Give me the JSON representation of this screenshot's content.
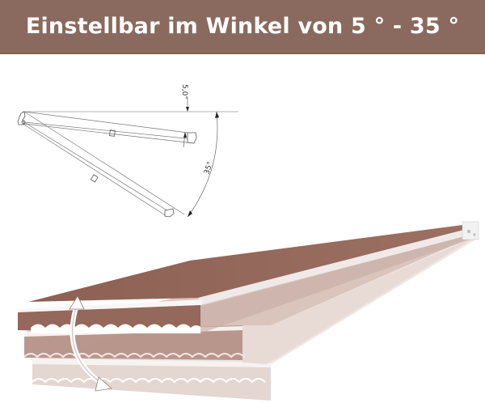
{
  "banner": {
    "title": "Einstellbar im Winkel von 5 ° - 35 °",
    "background_color": "#8a6a5e",
    "text_color": "#ffffff"
  },
  "diagram": {
    "min_angle_label": "5,0°",
    "max_angle_label": "35°",
    "line_color": "#555555"
  },
  "illustration": {
    "fabric_color": "#94685a",
    "fabric_faded_1": "#c1a29a",
    "fabric_faded_2": "#dccbc5",
    "frame_color": "#f4f2f0",
    "arrow_icon": "curved-double-arrow"
  }
}
